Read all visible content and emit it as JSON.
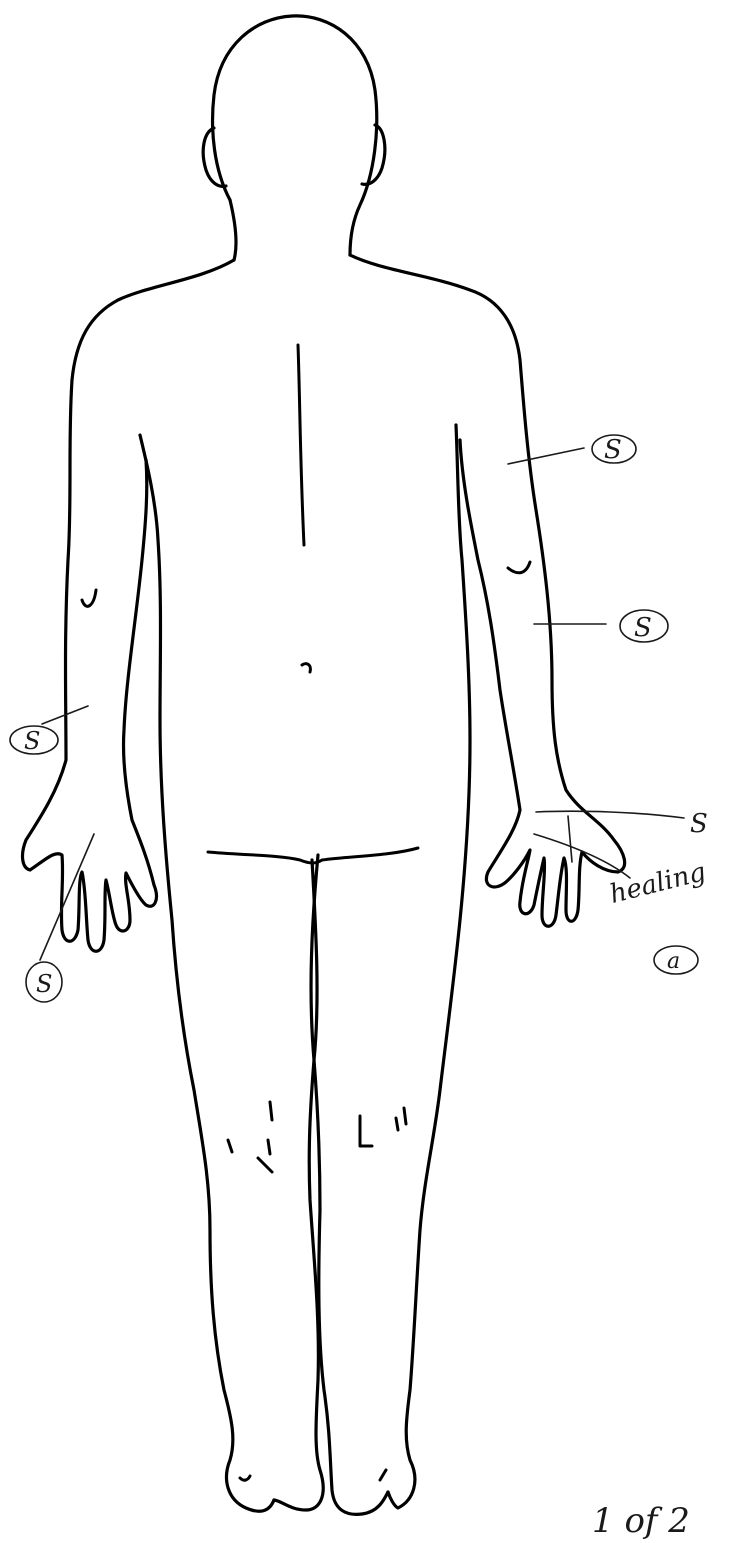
{
  "annotations": {
    "right_upper_arm": "S",
    "right_forearm": "S",
    "right_hand": "S",
    "right_hand_healing": "healing",
    "right_hand_healing_code": "a",
    "left_forearm": "S",
    "left_hand": "S"
  },
  "page_number": "1 of 2",
  "colors": {
    "ink": "#000000",
    "pen": "#1a1a1a",
    "background": "#ffffff"
  }
}
